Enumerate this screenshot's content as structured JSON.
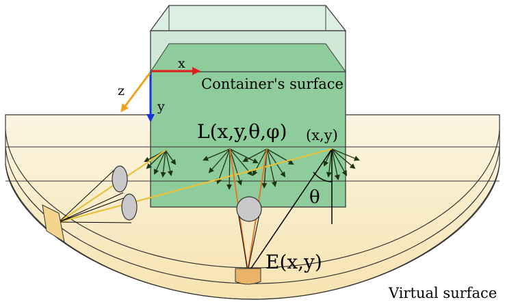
{
  "labels": {
    "container_surface": "Container's surface",
    "virtual_surface": "Virtual surface",
    "radiance": "L(x,y,θ,φ)",
    "point": "(x,y)",
    "theta": "θ",
    "irradiance": "E(x,y)",
    "axis_x": "x",
    "axis_y": "y",
    "axis_z": "z"
  },
  "colors": {
    "liquid": "#8fcc9b",
    "container_top": "#d8ece0",
    "container_edge": "#3b3b3b",
    "virtual_band": "#f7ecc8",
    "virtual_band_light": "#fbf5e2",
    "axis_x": "#e0201a",
    "axis_y": "#1634d8",
    "axis_z": "#f0a21a",
    "ray_yellow": "#e7c23a",
    "ray_orange": "#e0782a",
    "sensor": "#e9b46a",
    "arrow_dark": "#1e3514",
    "lens": "#c9c9c9"
  },
  "icons": {
    "camera_lens": "lens-circle-icon",
    "sensor": "sensor-patch-icon"
  }
}
